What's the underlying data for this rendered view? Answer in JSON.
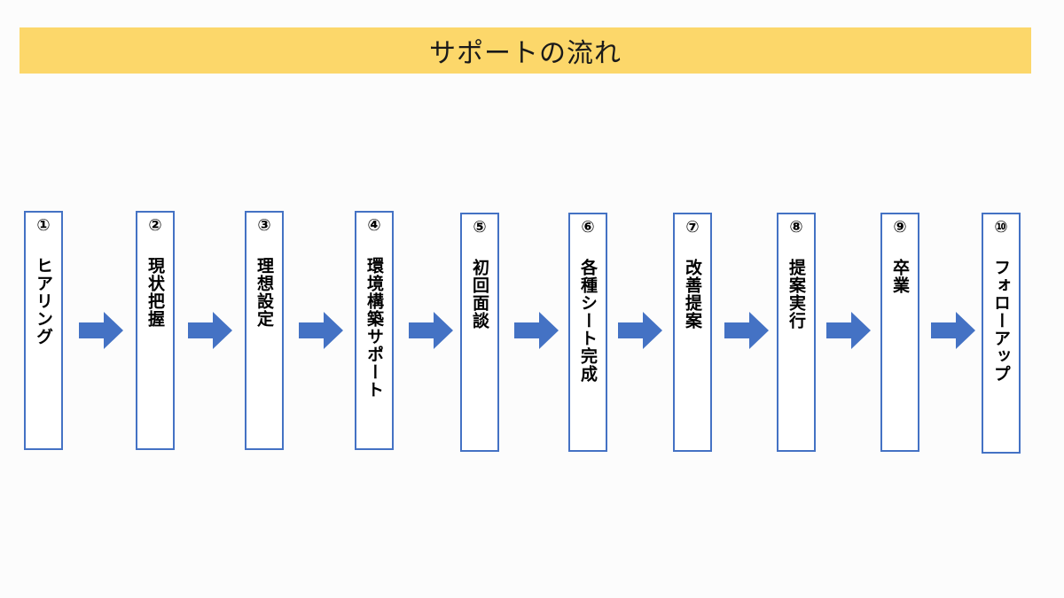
{
  "title": "サポートの流れ",
  "colors": {
    "banner": "#fcd76a",
    "box_border": "#4472c4",
    "arrow_fill": "#4472c4"
  },
  "steps": [
    {
      "number": "①",
      "label": "ヒアリング"
    },
    {
      "number": "②",
      "label": "現状把握"
    },
    {
      "number": "③",
      "label": "理想設定"
    },
    {
      "number": "④",
      "label": "環境構築サポート"
    },
    {
      "number": "⑤",
      "label": "初回面談"
    },
    {
      "number": "⑥",
      "label": "各種シート完成"
    },
    {
      "number": "⑦",
      "label": "改善提案"
    },
    {
      "number": "⑧",
      "label": "提案実行"
    },
    {
      "number": "⑨",
      "label": "卒業"
    },
    {
      "number": "⑩",
      "label": "フォローアップ"
    }
  ],
  "arrow_icon": "right-arrow-icon"
}
